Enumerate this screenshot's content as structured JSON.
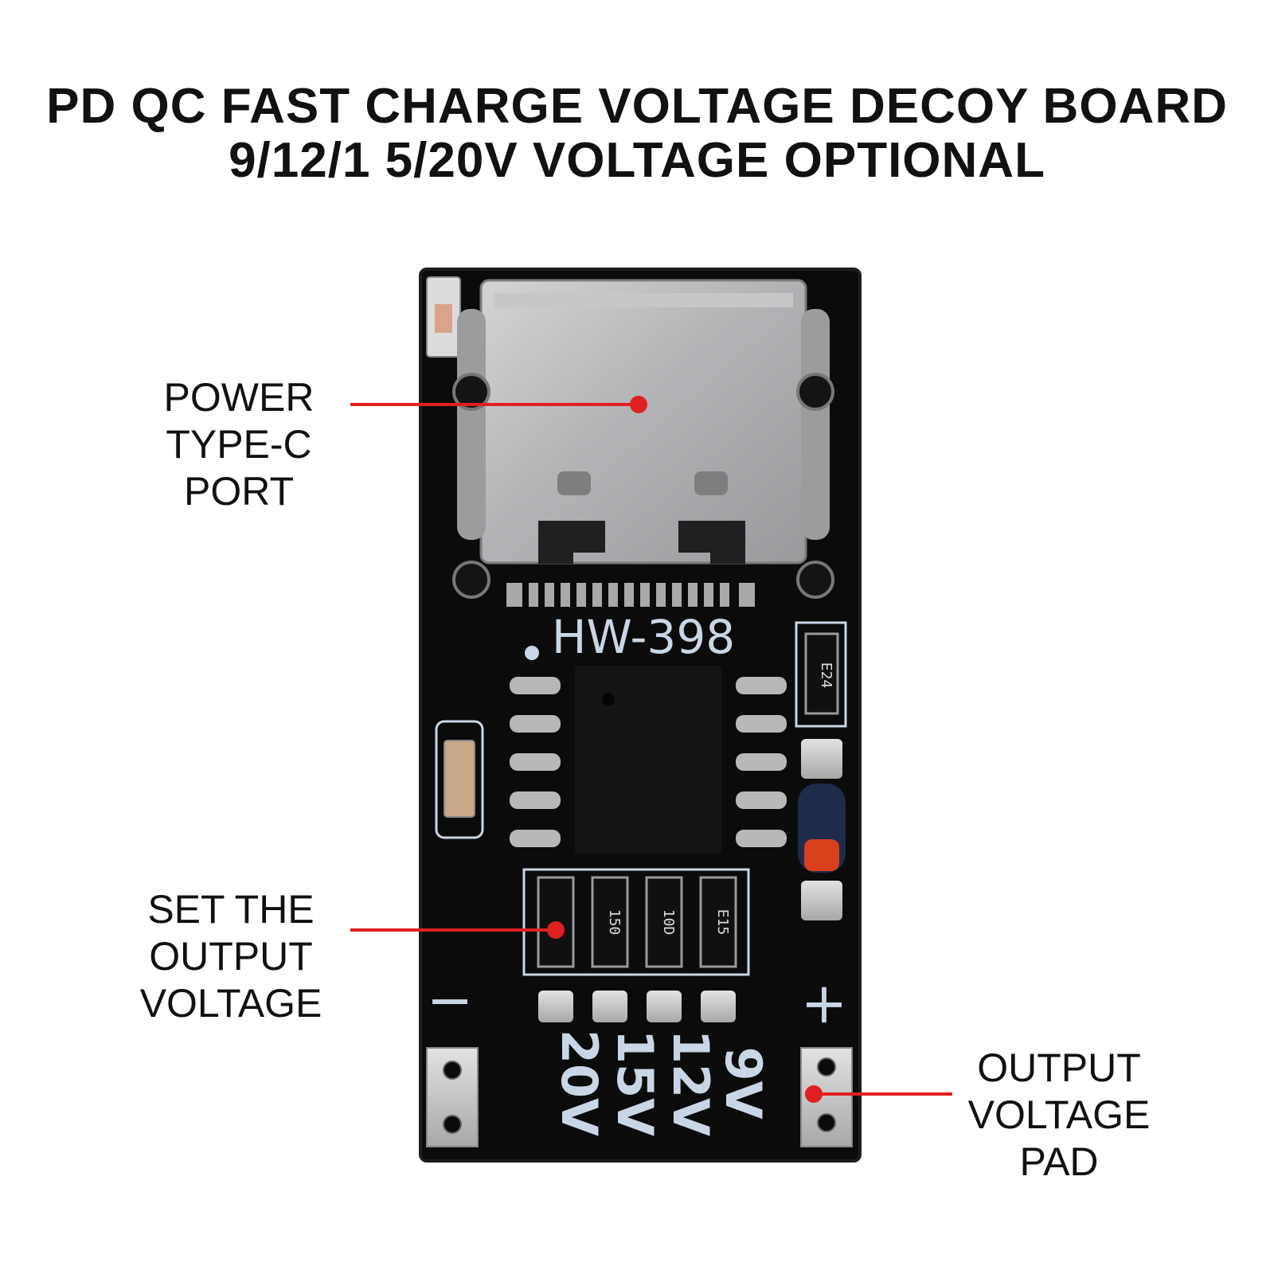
{
  "title": {
    "line1": "PD QC FAST CHARGE VOLTAGE DECOY BOARD",
    "line2": "9/12/1 5/20V VOLTAGE OPTIONAL"
  },
  "callouts": {
    "port": [
      "POWER",
      "TYPE-C",
      "PORT"
    ],
    "set_voltage": [
      "SET THE",
      "OUTPUT",
      "VOLTAGE"
    ],
    "output_pad": [
      "OUTPUT",
      "VOLTAGE",
      "PAD"
    ]
  },
  "board": {
    "model": "HW-398",
    "minus": "−",
    "plus": "+",
    "voltages": [
      "9V",
      "12V",
      "15V",
      "20V"
    ],
    "resistor_codes": [
      "150",
      "10D",
      "E15"
    ],
    "resistor_code_right": "E24"
  },
  "colors": {
    "pcb": "#0b0b0c",
    "silkscreen": "#c9d6e6",
    "callout_line": "#e02020",
    "connector_metal": "#b9b9bb",
    "diode_red": "#d8401c"
  }
}
